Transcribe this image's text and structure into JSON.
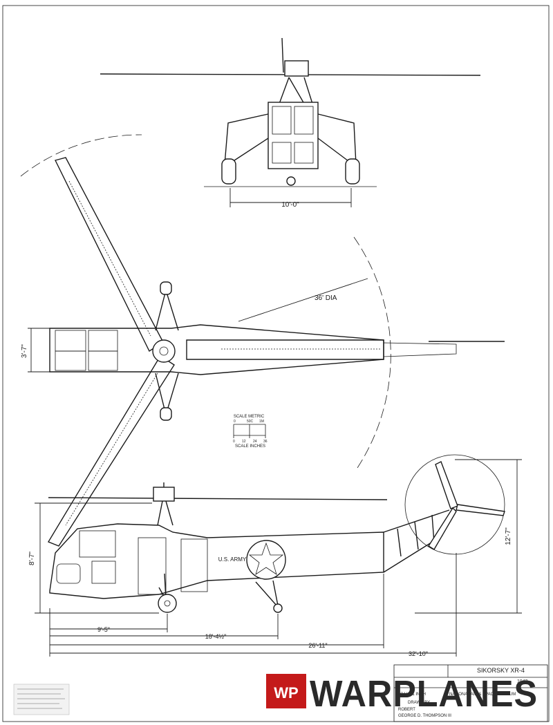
{
  "dimensions": {
    "front_width": "10'-0\"",
    "rotor_diameter": "36' DIA",
    "cabin_width": "3'-7\"",
    "height": "8'-7\"",
    "tail_rotor_height": "12'-7\"",
    "dim_a": "9'-5\"",
    "dim_b": "18'-4½\"",
    "dim_c": "26'-11\"",
    "dim_d": "32'-10\""
  },
  "scale_bar": {
    "metric_label": "SCALE METRIC",
    "metric_ticks": [
      "0",
      "50C",
      "1M"
    ],
    "inch_ticks": [
      "0",
      "12",
      "24",
      "36"
    ],
    "inch_label": "SCALE INCHES"
  },
  "marking": {
    "army": "U.S. ARMY"
  },
  "title_block": {
    "aircraft": "SIKORSKY XR-4",
    "year": "1942",
    "scale": "SCALE  1 INCH",
    "museum": "NATIONAL AIR & SPACE MUSEUM",
    "drawn": "DRAWN BY",
    "name1": "ROBERT",
    "name2": "GEORGE D. THOMPSON III"
  },
  "watermark": {
    "brand": "WARPLANES",
    "logo": "WP"
  }
}
